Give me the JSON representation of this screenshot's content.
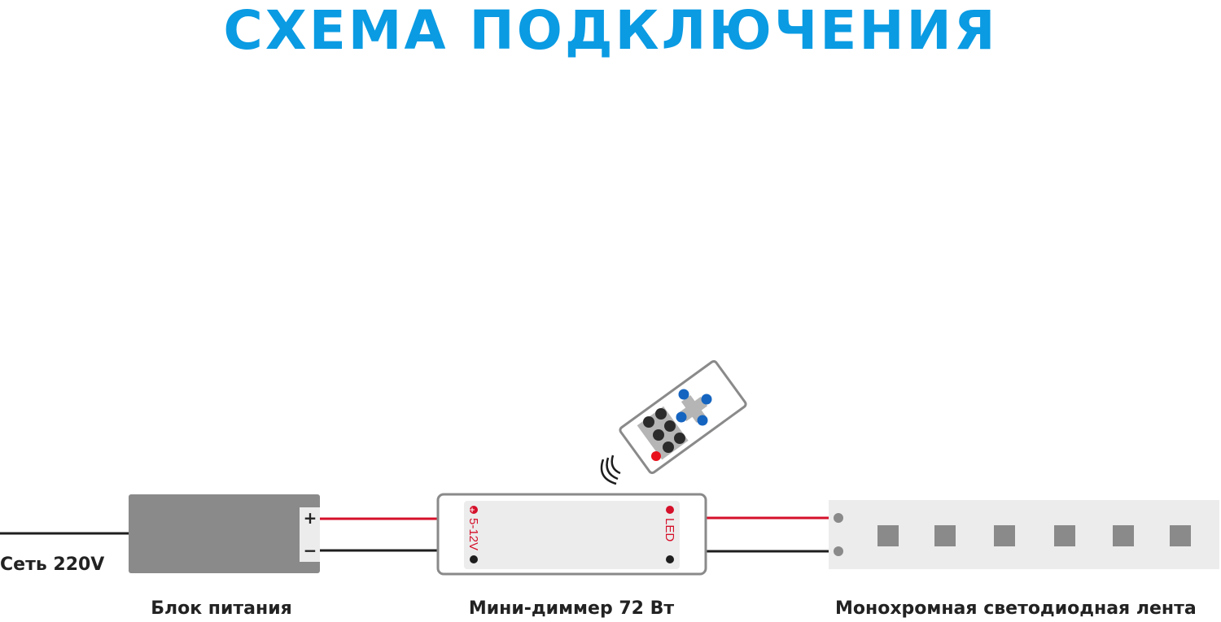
{
  "title": "СХЕМА ПОДКЛЮЧЕНИЯ",
  "mains_label": "Сеть 220V",
  "power_supply": {
    "label": "Блок питания",
    "plus": "+",
    "minus": "−"
  },
  "dimmer": {
    "label": "Мини-диммер 72 Вт",
    "input_marking": "5-12V",
    "output_marking": "LED"
  },
  "strip": {
    "label": "Монохромная светодиодная лента",
    "led_count": 6
  },
  "colors": {
    "title": "#0a9be3",
    "positive_wire": "#d5102a",
    "negative_wire": "#1e1e1e",
    "remote_arrows": "#1565c0"
  }
}
